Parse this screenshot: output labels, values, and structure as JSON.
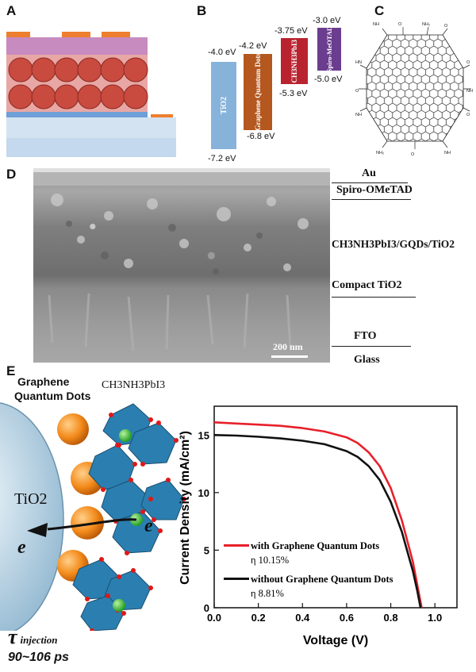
{
  "panels": {
    "a": "A",
    "b": "B",
    "c": "C",
    "d": "D",
    "e": "E"
  },
  "energy_levels": {
    "tio2": {
      "label": "TiO2",
      "top": "-4.0 eV",
      "bottom": "-7.2 eV"
    },
    "gqd": {
      "label": "Graphene Quantum Dots",
      "top": "-4.2 eV",
      "bottom": "-6.8 eV"
    },
    "perovskite": {
      "label": "CH3NH3PbI3",
      "top": "-3.75 eV",
      "bottom": "-5.3 eV"
    },
    "spiro": {
      "label": "Spiro-MeOTAD",
      "top": "-3.0 eV",
      "bottom": "-5.0 eV"
    }
  },
  "sem": {
    "scale_bar": "200 nm",
    "layers": [
      "Au",
      "Spiro-OMeTAD",
      "CH3NH3PbI3/GQDs/TiO2",
      "Compact TiO2",
      "FTO",
      "Glass"
    ]
  },
  "schematic_e": {
    "gqd_label_line1": "Graphene",
    "gqd_label_line2": "Quantum Dots",
    "perovskite_label": "CH3NH3PbI3",
    "tio2_label": "TiO2",
    "electron_left": "e",
    "electron_right": "e",
    "tau_symbol": "τ",
    "tau_subscript": "injection",
    "tau_value": "90~106 ps"
  },
  "chart_data": {
    "type": "line",
    "xlabel": "Voltage (V)",
    "ylabel": "Current Density (mA/cm²)",
    "xlim": [
      0.0,
      1.1
    ],
    "ylim": [
      0,
      17.5
    ],
    "xticks": [
      "0.0",
      "0.2",
      "0.4",
      "0.6",
      "0.8",
      "1.0"
    ],
    "yticks": [
      "0",
      "5",
      "10",
      "15"
    ],
    "series": [
      {
        "name": "with Graphene Quantum Dots",
        "color": "#e8202a",
        "eta": "η  10.15%",
        "x": [
          0.0,
          0.1,
          0.2,
          0.3,
          0.4,
          0.5,
          0.6,
          0.65,
          0.7,
          0.75,
          0.8,
          0.85,
          0.9,
          0.93,
          0.94
        ],
        "y": [
          16.1,
          16.0,
          15.9,
          15.8,
          15.6,
          15.3,
          14.8,
          14.3,
          13.5,
          12.3,
          10.4,
          7.6,
          4.0,
          1.0,
          0.0
        ]
      },
      {
        "name": "without Graphene Quantum Dots",
        "color": "#111111",
        "eta": "η  8.81%",
        "x": [
          0.0,
          0.1,
          0.2,
          0.3,
          0.4,
          0.5,
          0.6,
          0.65,
          0.7,
          0.75,
          0.8,
          0.85,
          0.9,
          0.92,
          0.935
        ],
        "y": [
          15.0,
          14.95,
          14.85,
          14.7,
          14.5,
          14.2,
          13.6,
          13.1,
          12.3,
          11.1,
          9.2,
          6.6,
          3.2,
          1.5,
          0.0
        ]
      }
    ]
  }
}
